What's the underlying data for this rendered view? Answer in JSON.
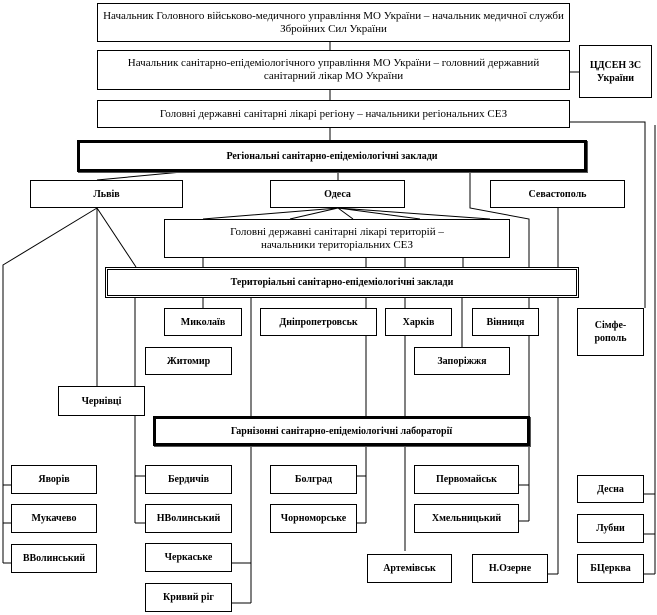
{
  "management": {
    "chief_medical": "Начальник Головного військово-медичного управління МО України – начальник медичної служби Збройних Сил України",
    "chief_sanitary": "Начальник санітарно-епідеміологічного управління МО України – головний державний санітарний лікар МО України",
    "regional_doctors": "Головні державні санітарні лікарі регіону – начальники регіональних СЕЗ",
    "center": "ЦДСЕН ЗС України"
  },
  "regional": {
    "title": "Регіональні санітарно-епідеміологічні заклади",
    "cities": [
      "Львів",
      "Одеса",
      "Севастополь"
    ]
  },
  "territorial": {
    "doctors": "Головні державні санітарні лікарі територій – начальники територіальних СЕЗ",
    "title": "Територіальні санітарно-епідеміологічні заклади",
    "cities": [
      "Миколаїв",
      "Дніпропетровськ",
      "Харків",
      "Вінниця",
      "Сімфе-рополь",
      "Житомир",
      "Запоріжжя",
      "Чернівці"
    ]
  },
  "garrison": {
    "title": "Гарнізонні санітарно-епідеміологічні лабораторії",
    "labs": [
      "Яворів",
      "Мукачево",
      "ВВолинський",
      "Бердичів",
      "НВолинський",
      "Черкаське",
      "Кривий ріг",
      "Болград",
      "Чорноморське",
      "Первомайськ",
      "Хмельницький",
      "Артемівськ",
      "Н.Озерне",
      "Десна",
      "Лубни",
      "БЦерква"
    ]
  }
}
